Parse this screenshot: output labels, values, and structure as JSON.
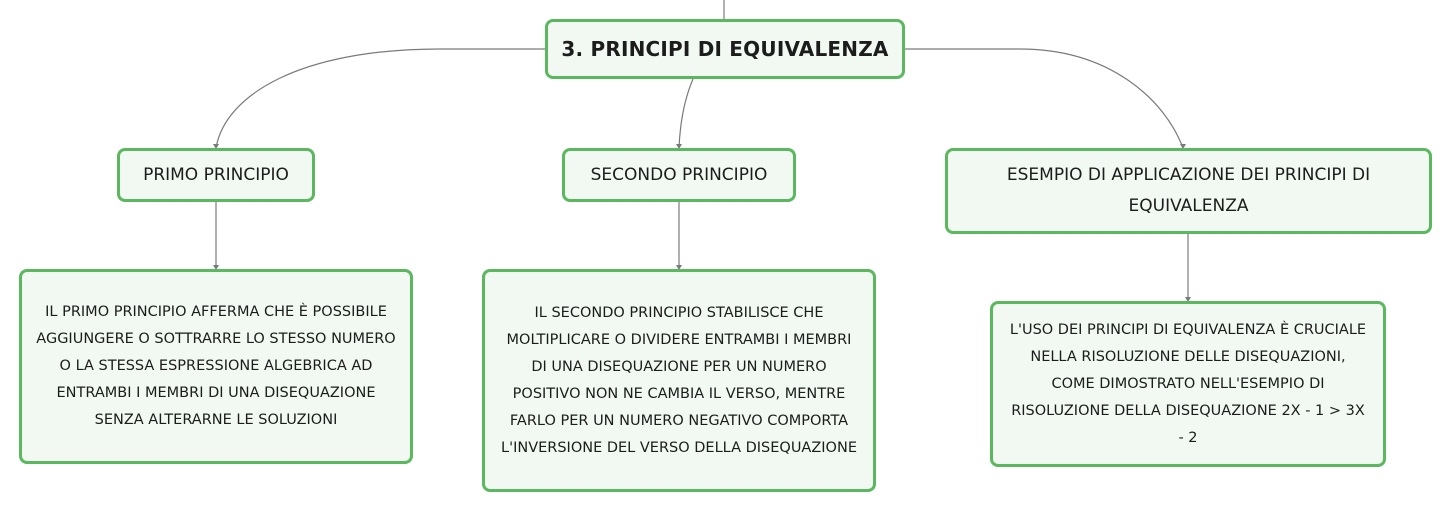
{
  "map": {
    "root": {
      "title": "3. PRINCIPI DI EQUIVALENZA"
    },
    "branches": [
      {
        "title": "PRIMO PRINCIPIO",
        "detail": "IL PRIMO PRINCIPIO AFFERMA CHE È POSSIBILE AGGIUNGERE O SOTTRARRE LO STESSO NUMERO O LA STESSA ESPRESSIONE ALGEBRICA AD ENTRAMBI I MEMBRI DI UNA DISEQUAZIONE SENZA ALTERARNE LE SOLUZIONI"
      },
      {
        "title": "SECONDO PRINCIPIO",
        "detail": "IL SECONDO PRINCIPIO STABILISCE CHE MOLTIPLICARE O DIVIDERE ENTRAMBI I MEMBRI DI UNA DISEQUAZIONE PER UN NUMERO POSITIVO NON NE CAMBIA IL VERSO, MENTRE FARLO PER UN NUMERO NEGATIVO COMPORTA L'INVERSIONE DEL VERSO DELLA DISEQUAZIONE"
      },
      {
        "title": "ESEMPIO DI APPLICAZIONE DEI PRINCIPI DI EQUIVALENZA",
        "detail": "L'USO DEI PRINCIPI DI EQUIVALENZA È CRUCIALE NELLA RISOLUZIONE DELLE DISEQUAZIONI, COME DIMOSTRATO NELL'ESEMPIO DI RISOLUZIONE DELLA DISEQUAZIONE 2X - 1 > 3X - 2"
      }
    ]
  },
  "colors": {
    "node_border": "#5cb85f",
    "node_fill": "#f1f9f2",
    "connector": "#7a7a7a",
    "text": "#1c1c1c"
  }
}
